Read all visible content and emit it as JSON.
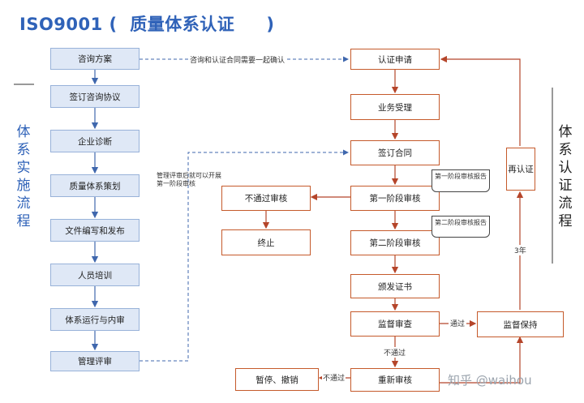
{
  "title": "ISO9001 (  质量体系认证     )",
  "left_side_label": "体系实施流程",
  "right_side_label": "体系认证流程",
  "left_column": {
    "consult_plan": "咨询方案",
    "sign_consult": "签订咨询协议",
    "diagnosis": "企业诊断",
    "qms_planning": "质量体系策划",
    "doc_writing": "文件编写和发布",
    "training": "人员培训",
    "operation_audit": "体系运行与内审",
    "management_review": "管理评审"
  },
  "right_column": {
    "application": "认证申请",
    "acceptance": "业务受理",
    "sign_contract": "签订合同",
    "stage1": "第一阶段审核",
    "stage2": "第二阶段审核",
    "certificate": "颁发证书",
    "surveillance": "监督审查",
    "reaudit": "重新审核"
  },
  "side_boxes": {
    "not_passed": "不通过审核",
    "terminate": "终止",
    "suspend": "暂停、撤销",
    "maintain": "监督保持",
    "recert": "再认证"
  },
  "documents": {
    "stage1_report": "第一阶段审核报告",
    "stage2_report": "第二阶段审核报告"
  },
  "edge_labels": {
    "consult_to_contract": "咨询和认证合同需要一起确认",
    "after_review": "管理评审后就可以开展第一阶段审核",
    "pass": "通过",
    "not_pass_down": "不通过",
    "not_pass_left": "不通过",
    "three_years": "3年"
  },
  "watermark": "知乎 @waihou"
}
